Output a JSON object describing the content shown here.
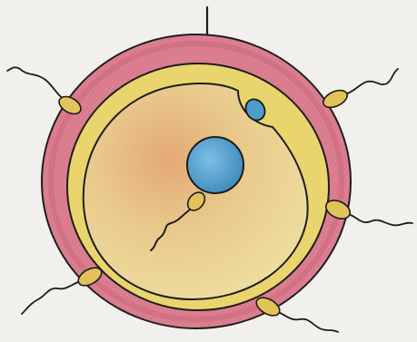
{
  "illustration": {
    "subject": "fertilization-drawing",
    "medium": "colored-pencil-and-ink",
    "colors": {
      "paper": "#f2f0ec",
      "outer_ring": "#d97b8c",
      "outer_ring_dark": "#c75d73",
      "yellow_layer": "#e9d46b",
      "yellow_layer_light": "#efe090",
      "cytoplasm": "#e8c98a",
      "cytoplasm_warm": "#e3a774",
      "nucleus": "#5aa9d4",
      "nucleus_dark": "#3a86b9",
      "sperm_head": "#e2c35a",
      "ink": "#1c1c1c"
    },
    "structures": {
      "outer_sperm_count": 5,
      "inside_sperm_count": 1,
      "small_blue_body_count": 1
    }
  }
}
